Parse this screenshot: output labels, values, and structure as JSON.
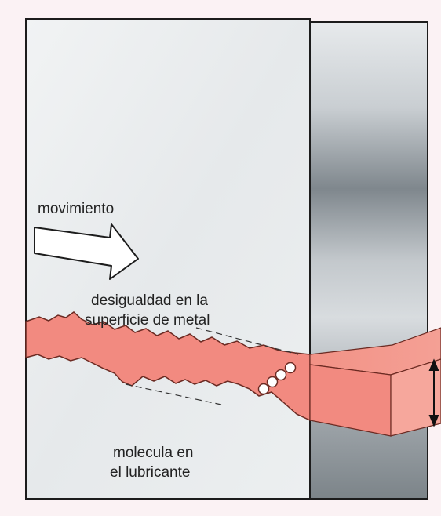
{
  "labels": {
    "motion": "movimiento",
    "surface_line1": "desigualdad en la",
    "surface_line2": "superficie de metal",
    "molecule_line1": "molecula en",
    "molecule_line2": "el lubricante"
  },
  "colors": {
    "background": "#fbf2f4",
    "metal_panel": "#e9ecee",
    "dark_block": "#8f969b",
    "lubricant": "#f28a80",
    "lubricant_outline": "#6b2a22",
    "outline": "#1c1c1c"
  },
  "icons": {
    "motion_arrow": "arrow-right-outline",
    "thickness_arrow": "double-headed-vertical-arrow"
  }
}
